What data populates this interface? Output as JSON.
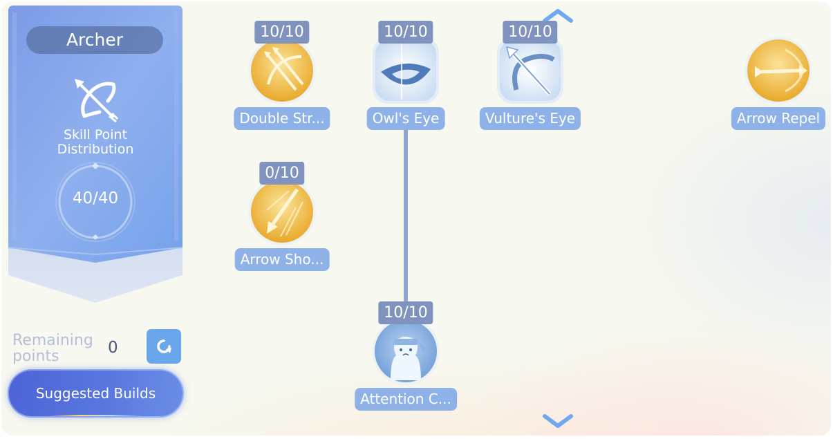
{
  "banner": {
    "class_name": "Archer",
    "class_icon": "bow-arrow-icon",
    "distribution_label_line1": "Skill Point",
    "distribution_label_line2": "Distribution",
    "points_used": "40/40"
  },
  "remaining": {
    "label_line1": "Remaining",
    "label_line2": "points",
    "value": "0",
    "reset_icon": "refresh-icon"
  },
  "suggested_builds_label": "Suggested Builds",
  "skills": [
    {
      "name": "Double Str...",
      "level": "10/10",
      "style": "gold-circle",
      "icon": "double-arrow-bow-icon"
    },
    {
      "name": "Owl's Eye",
      "level": "10/10",
      "style": "blue-square",
      "icon": "eye-icon"
    },
    {
      "name": "Vulture's Eye",
      "level": "10/10",
      "style": "blue-square",
      "icon": "bow-arrow-icon"
    },
    {
      "name": "Arrow Repel",
      "level": "",
      "style": "gold-circle",
      "icon": "arrow-repel-icon"
    },
    {
      "name": "Arrow Sho...",
      "level": "0/10",
      "style": "gold-circle",
      "icon": "arrow-shower-icon"
    },
    {
      "name": "Attention C...",
      "level": "10/10",
      "style": "blue-circle",
      "icon": "headband-character-icon"
    }
  ],
  "colors": {
    "accent_blue": "#6aa6ec",
    "level_badge": "#7f93be",
    "name_badge": "#8eb2e8",
    "gold": "#f2c24a"
  }
}
